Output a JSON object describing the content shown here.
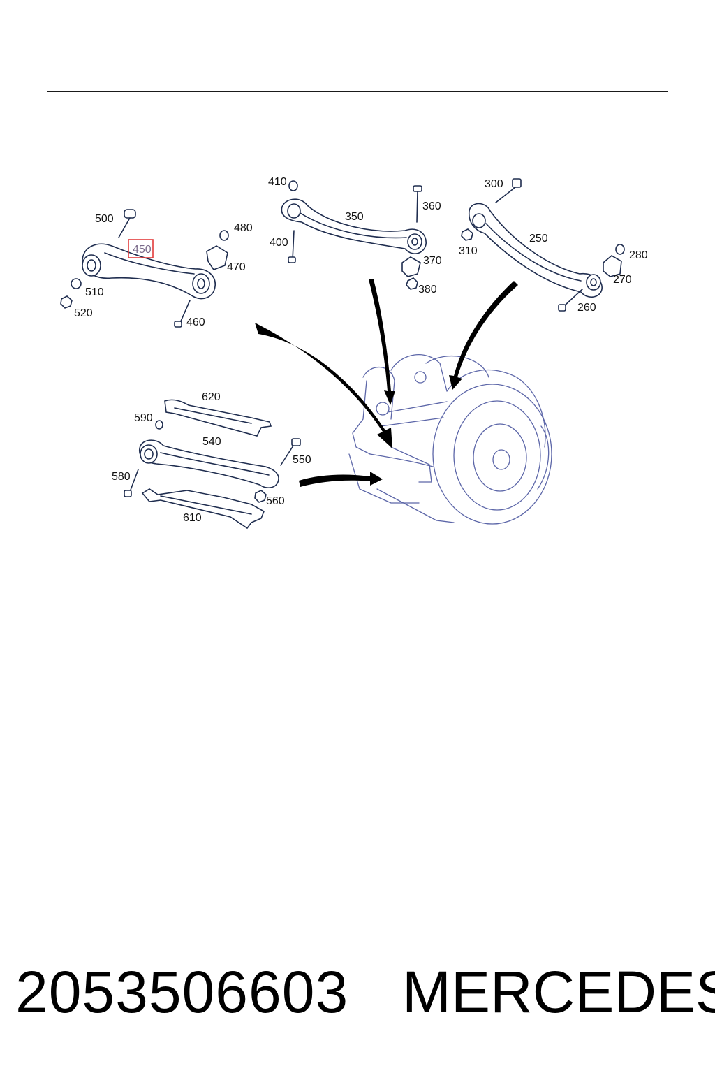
{
  "diagram": {
    "highlight_color": "#e23b3b",
    "highlighted_label": "450",
    "labels": {
      "l500": "500",
      "l450": "450",
      "l480": "480",
      "l470": "470",
      "l510": "510",
      "l520": "520",
      "l460": "460",
      "l410": "410",
      "l350": "350",
      "l360": "360",
      "l400": "400",
      "l370": "370",
      "l380": "380",
      "l300": "300",
      "l250": "250",
      "l310": "310",
      "l280": "280",
      "l270": "270",
      "l260": "260",
      "l620": "620",
      "l590": "590",
      "l540": "540",
      "l550": "550",
      "l580": "580",
      "l560": "560",
      "l610": "610"
    }
  },
  "footer": {
    "part_number": "2053506603",
    "brand": "MERCEDES"
  }
}
